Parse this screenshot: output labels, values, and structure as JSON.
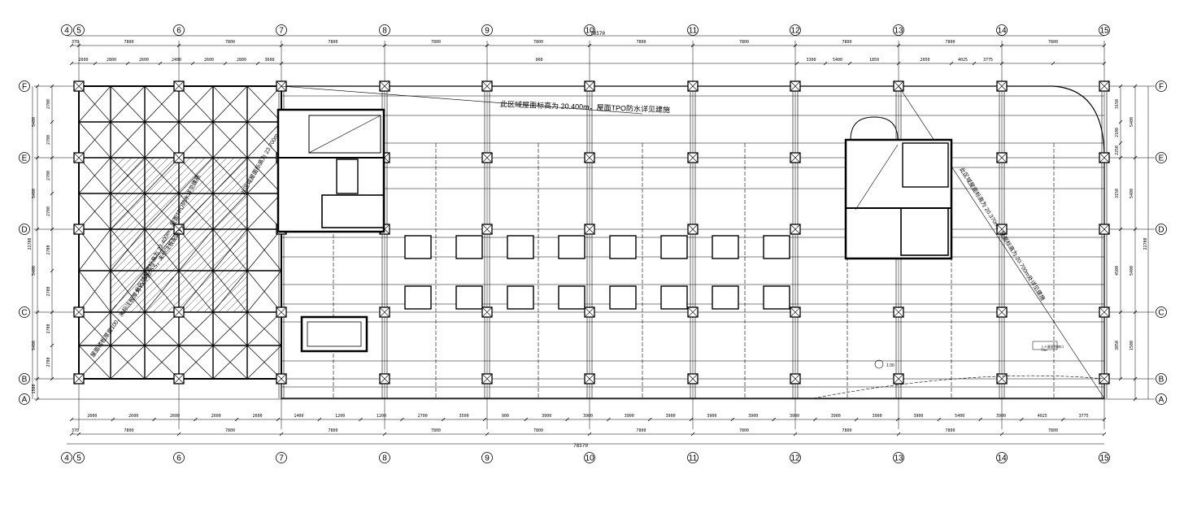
{
  "drawing": {
    "overall_dimension": "78570",
    "top_note": "此区域屋面标高为 20.400m，屋面TPO防水详见建施",
    "right_note": "此区域屋面标高为 20.370m，屋面标高为 20.700m处详见建施",
    "left_note_a": "此区域屋面标高为 22.400m，屋面TPO防水详见建施",
    "left_note_b": "屋面楼板厚度100，未标注板厚为YX-PBr-0.5，未标注板配筋YX",
    "left_note_c": "此区域屋面标高为 23.700m",
    "small_label_a": "1:30",
    "small_label_b": "上人屋面检修口",
    "small_label_c": "YN0"
  },
  "grid_columns": {
    "labels": [
      "4",
      "5",
      "6",
      "7",
      "8",
      "9",
      "10",
      "11",
      "12",
      "13",
      "14",
      "15"
    ]
  },
  "grid_rows": {
    "labels": [
      "F",
      "E",
      "D",
      "C",
      "B",
      "A"
    ]
  },
  "dims": {
    "top_primary": [
      "370",
      "7800",
      "7800",
      "7800",
      "7800",
      "7800",
      "7800",
      "7800",
      "7800",
      "7800",
      "7800"
    ],
    "top_secondary": [
      "2600",
      "2800",
      "2600",
      "2400",
      "2600",
      "2800",
      "3600",
      "900",
      "3300",
      "5400",
      "1850",
      "2050",
      "4025",
      "3775"
    ],
    "bottom_primary": [
      "370",
      "7800",
      "7800",
      "7800",
      "7800",
      "7800",
      "7800",
      "7800",
      "7800",
      "7800",
      "7800"
    ],
    "bottom_secondary": [
      "2600",
      "2600",
      "2600",
      "2600",
      "2600",
      "1400",
      "1200",
      "1200",
      "2700",
      "3500",
      "900",
      "3900",
      "3900",
      "3900",
      "3900",
      "3900",
      "3900",
      "3900",
      "3900",
      "3900",
      "3900",
      "5400",
      "3900",
      "4025",
      "3775"
    ],
    "left_primary": [
      "5400",
      "5400",
      "5400",
      "5400",
      "1500"
    ],
    "left_secondary": [
      "2700",
      "2700",
      "2700",
      "2700",
      "2700",
      "2700",
      "2700",
      "2700"
    ],
    "left_total": "22700",
    "right_primary": [
      "5400",
      "5400",
      "5400",
      "1500"
    ],
    "right_secondary": [
      "3150",
      "2100",
      "2250",
      "3150",
      "4500",
      "3050"
    ],
    "right_total": "22700"
  }
}
